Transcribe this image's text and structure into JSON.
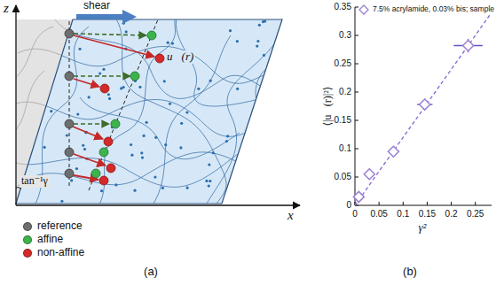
{
  "diagram": {
    "labels": [
      "shear",
      "z",
      "x",
      "u⃗(r)",
      "tan⁻¹γ",
      "(a)",
      "(b)",
      "0",
      "0.05",
      "0.1",
      "0.15",
      "0.2",
      "0.25",
      "0",
      "0.05",
      "0.1",
      "0.15",
      "0.2",
      "0.25",
      "0.3",
      "0.35",
      "γ²",
      "⟨|u⃗(r)|²⟩"
    ],
    "legend": [
      {
        "text": "reference",
        "color": "#6e6e6e"
      },
      {
        "text": "affine",
        "color": "#3cb44b"
      },
      {
        "text": "non-affine",
        "color": "#d42a2a"
      },
      {
        "text": "7.5% acrylamide, 0.03% bis; sample"
      }
    ]
  }
}
